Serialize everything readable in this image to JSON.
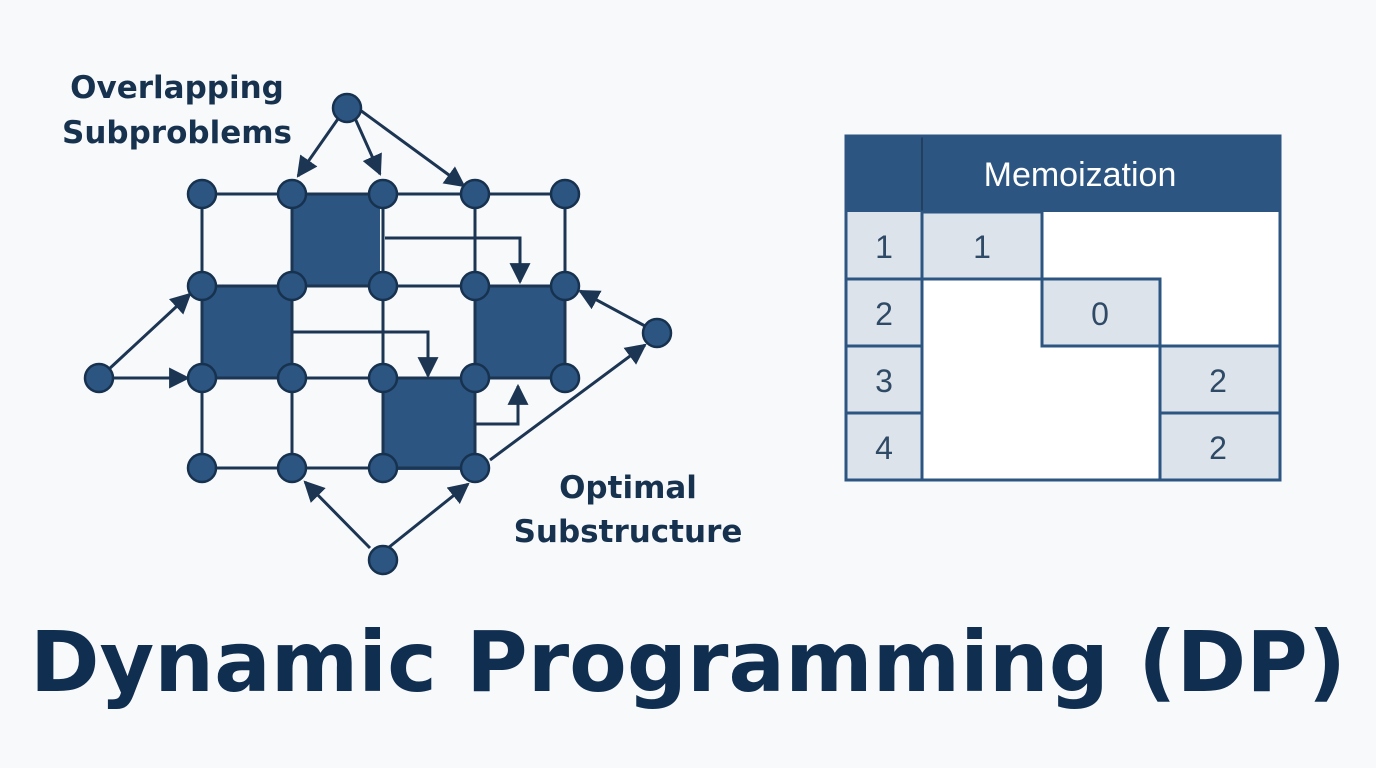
{
  "title": "Dynamic Programming (DP)",
  "labels": {
    "overlapping_line1": "Overlapping",
    "overlapping_line2": "Subproblems",
    "optimal_line1": "Optimal",
    "optimal_line2": "Substructure"
  },
  "memo_table": {
    "header": "Memoization",
    "row_labels": [
      "1",
      "2",
      "3",
      "4"
    ],
    "cells": [
      {
        "row": 0,
        "col": 0,
        "value": "1"
      },
      {
        "row": 1,
        "col": 1,
        "value": "0"
      },
      {
        "row": 2,
        "col": 2,
        "value": "2"
      },
      {
        "row": 3,
        "col": 2,
        "value": "2"
      }
    ]
  },
  "colors": {
    "primary": "#2c5582",
    "dark": "#17324f",
    "cell_fill": "#dde3ea",
    "background": "#f8f9fb"
  }
}
